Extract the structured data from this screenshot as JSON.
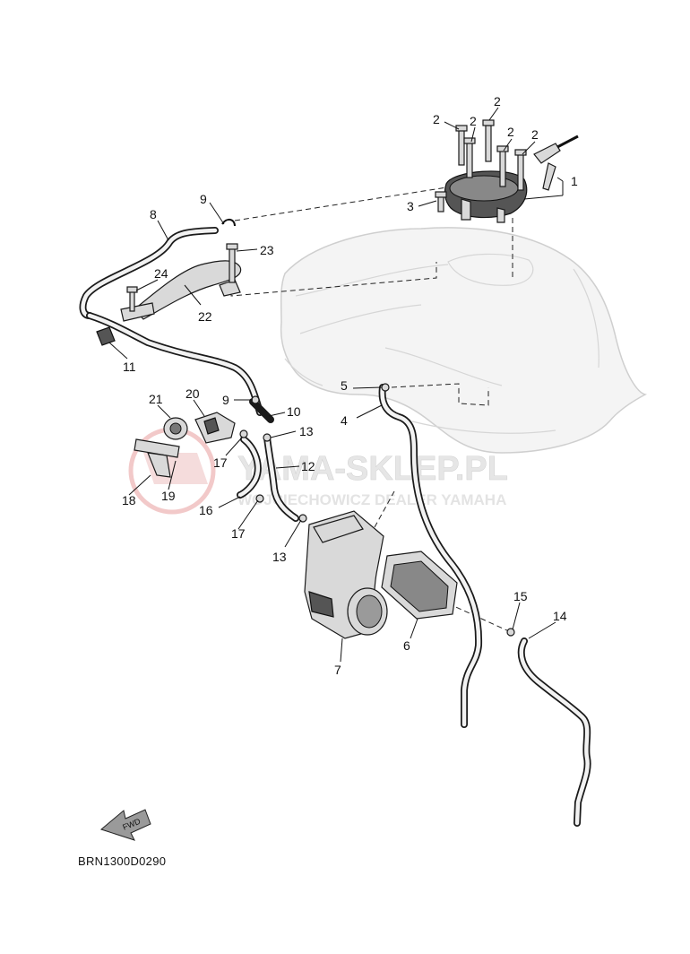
{
  "diagram_code": "BRN1300D0290",
  "watermark": {
    "main": "YAMA-SKLEP.PL",
    "sub": "WOJCIECHOWICZ DEALER YAMAHA"
  },
  "fwd_label": "FWD",
  "callouts": {
    "c1": "1",
    "c2a": "2",
    "c2b": "2",
    "c2c": "2",
    "c2d": "2",
    "c2e": "2",
    "c3": "3",
    "c4": "4",
    "c5": "5",
    "c6": "6",
    "c7": "7",
    "c8": "8",
    "c9a": "9",
    "c9b": "9",
    "c10": "10",
    "c11": "11",
    "c12": "12",
    "c13a": "13",
    "c13b": "13",
    "c14": "14",
    "c15": "15",
    "c16": "16",
    "c17a": "17",
    "c17b": "17",
    "c18": "18",
    "c19": "19",
    "c20": "20",
    "c21": "21",
    "c22": "22",
    "c23": "23",
    "c24": "24"
  }
}
